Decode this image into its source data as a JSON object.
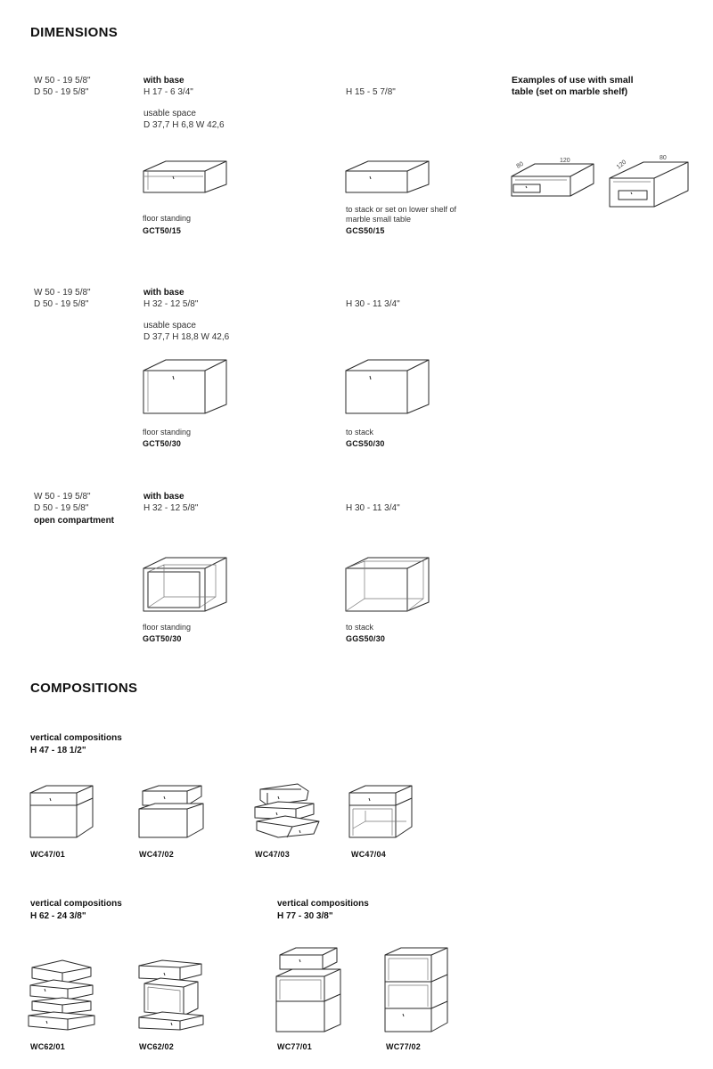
{
  "dimensions": {
    "heading": "DIMENSIONS",
    "rows": [
      {
        "size_w": "W 50 - 19 5/8\"",
        "size_d": "D 50 - 19 5/8\"",
        "extra": "",
        "base_title": "with base",
        "base_h": "H 17 - 6 3/4\"",
        "usable_title": "usable space",
        "usable_value": "D 37,7 H 6,8 W 42,6",
        "stack_h": "H 15 - 5 7/8\"",
        "items": [
          {
            "desc": "floor standing",
            "code": "GCT50/15"
          },
          {
            "desc": "to stack or set on lower shelf of marble small table",
            "code": "GCS50/15"
          }
        ]
      },
      {
        "size_w": "W 50 - 19 5/8\"",
        "size_d": "D 50 - 19 5/8\"",
        "extra": "",
        "base_title": "with base",
        "base_h": "H 32 - 12 5/8\"",
        "usable_title": "usable space",
        "usable_value": "D 37,7 H 18,8 W 42,6",
        "stack_h": "H 30 - 11 3/4\"",
        "items": [
          {
            "desc": "floor standing",
            "code": "GCT50/30"
          },
          {
            "desc": "to stack",
            "code": "GCS50/30"
          }
        ]
      },
      {
        "size_w": "W 50 - 19 5/8\"",
        "size_d": "D 50 - 19 5/8\"",
        "extra": "open compartment",
        "base_title": "with base",
        "base_h": "H 32 - 12 5/8\"",
        "usable_title": "",
        "usable_value": "",
        "stack_h": "H 30 - 11 3/4\"",
        "items": [
          {
            "desc": "floor standing",
            "code": "GGT50/30"
          },
          {
            "desc": "to stack",
            "code": "GGS50/30"
          }
        ]
      }
    ],
    "examples": {
      "title_line1": "Examples of use with small",
      "title_line2": "table (set on marble shelf)",
      "table1_dims": [
        "80",
        "120"
      ],
      "table2_dims": [
        "120",
        "80"
      ]
    }
  },
  "compositions": {
    "heading": "COMPOSITIONS",
    "groups": [
      {
        "title": "vertical compositions",
        "height": "H 47 - 18 1/2\"",
        "codes": [
          "WC47/01",
          "WC47/02",
          "WC47/03",
          "WC47/04"
        ]
      },
      {
        "title": "vertical compositions",
        "height": "H 62 - 24 3/8\"",
        "codes": [
          "WC62/01",
          "WC62/02"
        ]
      },
      {
        "title": "vertical compositions",
        "height": "H 77 - 30 3/8\"",
        "codes": [
          "WC77/01",
          "WC77/02"
        ]
      }
    ]
  }
}
